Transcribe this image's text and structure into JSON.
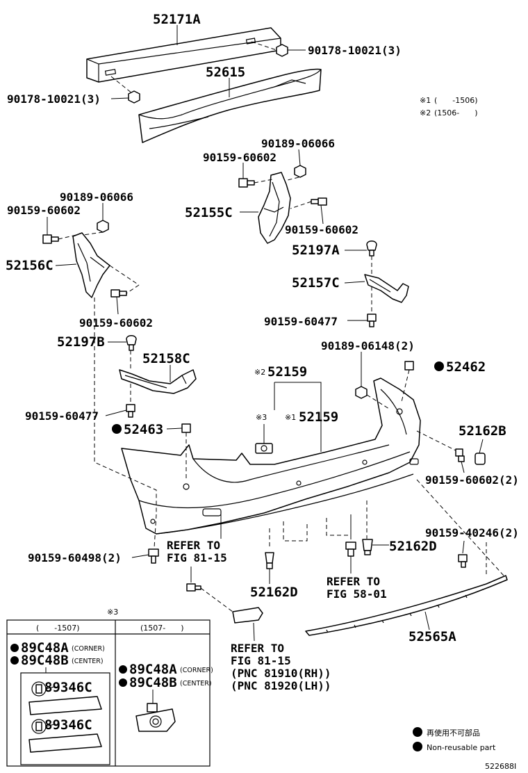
{
  "parts": {
    "reinforcement": "52171A",
    "absorber": "52615",
    "bolt_upper_right": "90178-10021(3)",
    "bolt_upper_left": "90178-10021(3)",
    "r_bracket_nut": "90189-06066",
    "r_bracket_screw_top": "90159-60602",
    "r_bracket": "52155C",
    "r_bracket_screw_side": "90159-60602",
    "l_bracket_nut": "90189-06066",
    "l_bracket_screw_top": "90159-60602",
    "l_bracket": "52156C",
    "l_bracket_screw_bottom": "90159-60602",
    "r_clip": "52197A",
    "r_retainer": "52157C",
    "r_retainer_screw": "90159-60477",
    "l_clip": "52197B",
    "l_retainer": "52158C",
    "l_retainer_screw": "90159-60477",
    "bumper_nut": "90189-06148(2)",
    "r_nonreusable": "52462",
    "cover_a": "52159",
    "cover_b": "52159",
    "l_nonreusable": "52463",
    "r_clip_b": "52162B",
    "r_side_screw": "90159-60602(2)",
    "lower_screw": "90159-40246(2)",
    "lower_l_screw": "90159-60498(2)",
    "center_clip": "52162D",
    "lower_clip": "52162D",
    "spoiler": "52565A",
    "sensor_a1": "89C48A",
    "sensor_b1": "89C48B",
    "retainer_1": "89346C",
    "retainer_2": "89346C",
    "sensor_a2": "89C48A",
    "sensor_b2": "89C48B"
  },
  "marks": {
    "note1_mark": "※1",
    "note2_mark": "※2",
    "note3_mark": "※3",
    "note1_range": "(　　-1506)",
    "note2_range": "(1506-　　)",
    "cover_a_mark": "※2",
    "cover_b_mark": "※1",
    "sensor_mark": "※3",
    "inset_mark": "※3"
  },
  "refs": {
    "ref1_line1": "REFER TO",
    "ref1_line2": "FIG 81-15",
    "ref2_line1": "REFER TO",
    "ref2_line2": "FIG 58-01",
    "ref3_line1": "REFER TO",
    "ref3_line2": "FIG 81-15",
    "ref3_line3": "(PNC 81910(RH))",
    "ref3_line4": "(PNC 81920(LH))"
  },
  "inset": {
    "col_left": "(　　-1507)",
    "col_right": "(1507-　　)",
    "corner": "(CORNER)",
    "center": "(CENTER)",
    "corner2": "(CORNER)",
    "center2": "(CENTER)"
  },
  "legend": {
    "jp": "再使用不可部品",
    "en": "Non-reusable part"
  },
  "figure_id": "522688I"
}
